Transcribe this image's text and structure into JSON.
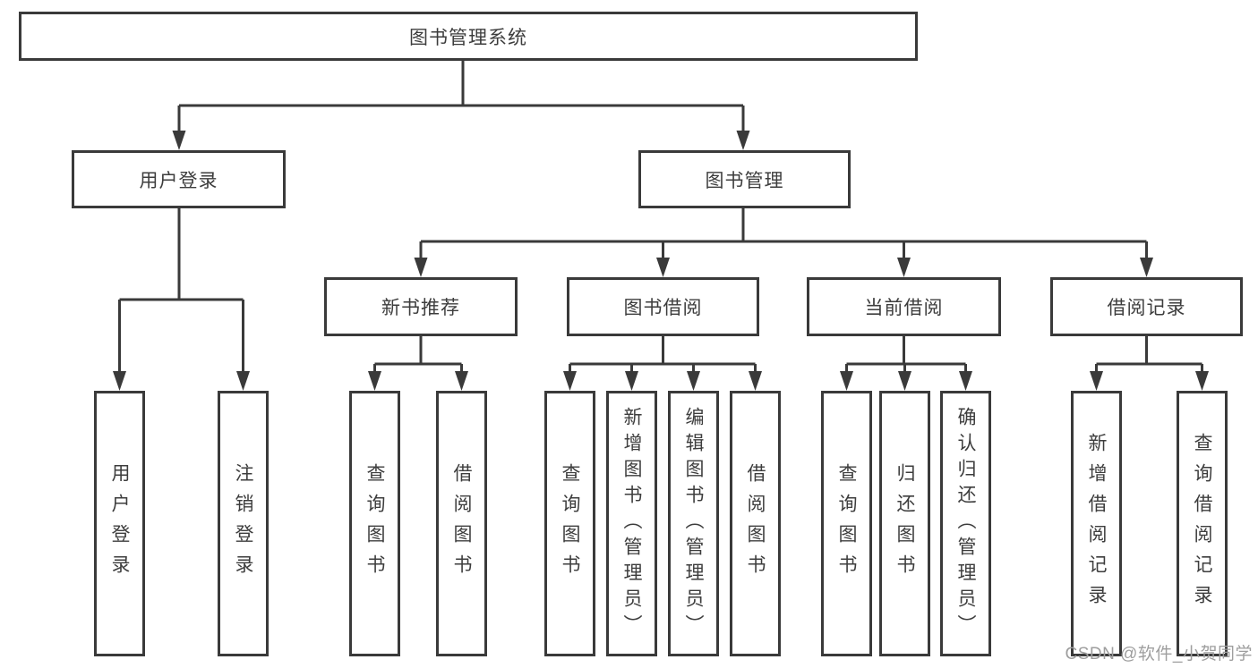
{
  "tree": {
    "label": "图书管理系统",
    "children": [
      {
        "label": "用户登录",
        "children": [
          {
            "label": "用户登录"
          },
          {
            "label": "注销登录"
          }
        ]
      },
      {
        "label": "图书管理",
        "children": [
          {
            "label": "新书推荐",
            "children": [
              {
                "label": "查询图书"
              },
              {
                "label": "借阅图书"
              }
            ]
          },
          {
            "label": "图书借阅",
            "children": [
              {
                "label": "查询图书"
              },
              {
                "label": "新增图书（管理员）"
              },
              {
                "label": "编辑图书（管理员）"
              },
              {
                "label": "借阅图书"
              }
            ]
          },
          {
            "label": "当前借阅",
            "children": [
              {
                "label": "查询图书"
              },
              {
                "label": "归还图书"
              },
              {
                "label": "确认归还（管理员）"
              }
            ]
          },
          {
            "label": "借阅记录",
            "children": [
              {
                "label": "新增借阅记录"
              },
              {
                "label": "查询借阅记录"
              }
            ]
          }
        ]
      }
    ]
  },
  "watermark": {
    "text": "CSDN @软件_小贺同学"
  },
  "colors": {
    "line": "#3a3a3a",
    "box_border": "#3a3a3a",
    "box_fill": "#ffffff",
    "text": "#3d3d3d",
    "watermark": "#9e9e9e",
    "background": "#ffffff"
  }
}
